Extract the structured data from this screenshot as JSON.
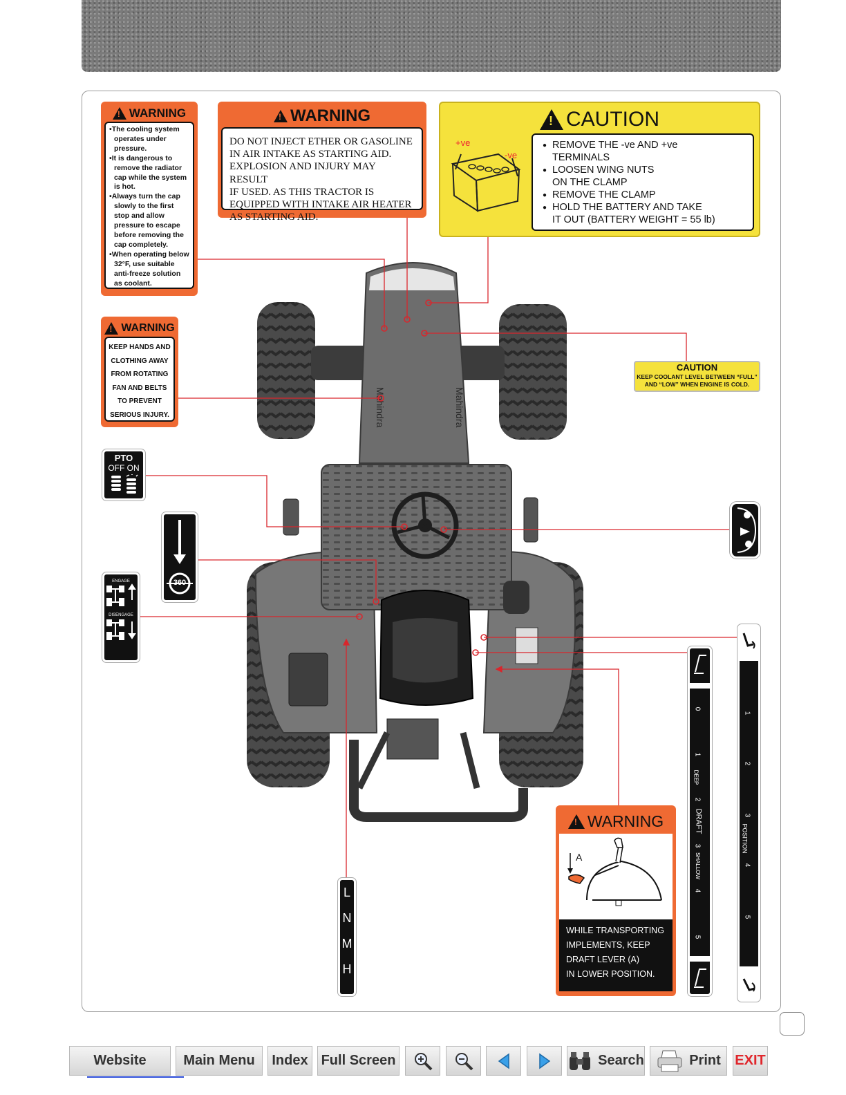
{
  "labels": {
    "warning_cooling": {
      "title": "WARNING",
      "bullets": [
        "The cooling system operates under pressure.",
        "It is dangerous to remove the radiator cap while the system is hot.",
        "Always turn the cap slowly to the first stop and allow pressure to escape before removing the cap completely.",
        "When operating below 32°F, use suitable anti-freeze solution as coolant."
      ]
    },
    "warning_ether": {
      "title": "WARNING",
      "lines": [
        "DO NOT INJECT ETHER OR GASOLINE",
        "IN AIR INTAKE AS STARTING AID.",
        "EXPLOSION AND INJURY MAY RESULT",
        "IF USED. AS THIS TRACTOR IS",
        "EQUIPPED WITH INTAKE AIR HEATER",
        "AS STARTING AID."
      ]
    },
    "caution_battery": {
      "title": "CAUTION",
      "pos": "+ve",
      "neg": "-ve",
      "lines": [
        "REMOVE THE -ve AND +ve",
        "TERMINALS",
        "LOOSEN WING NUTS",
        "ON THE CLAMP",
        "REMOVE THE CLAMP",
        "HOLD THE BATTERY AND TAKE",
        "IT OUT (BATTERY WEIGHT = 55 lb)"
      ]
    },
    "warning_fan": {
      "title": "WARNING",
      "lines": [
        "KEEP HANDS AND",
        "CLOTHING AWAY",
        "FROM ROTATING",
        "FAN AND BELTS",
        "TO PREVENT",
        "SERIOUS INJURY."
      ]
    },
    "caution_coolant": {
      "title": "CAUTION",
      "line1": "KEEP COOLANT LEVEL BETWEEN “FULL”",
      "line2": "AND “LOW” WHEN ENGINE IS COLD."
    },
    "pto": {
      "title": "PTO",
      "states": "OFF ON"
    },
    "rpm": {
      "value": "360"
    },
    "fourwd": {
      "engage": "ENGAGE",
      "disengage": "DISENGAGE"
    },
    "range": {
      "gears": [
        "L",
        "N",
        "M",
        "H"
      ]
    },
    "draft_scale": {
      "numbers": [
        "0",
        "1",
        "2",
        "3",
        "4",
        "5"
      ],
      "words": [
        "DEEP",
        "DRAFT",
        "SHALLOW"
      ]
    },
    "position_scale": {
      "numbers": [
        "1",
        "2",
        "3",
        "4",
        "5"
      ],
      "word": "POSITION"
    },
    "warning_draft": {
      "title": "WARNING",
      "marker": "A",
      "lines": [
        "WHILE TRANSPORTING",
        "IMPLEMENTS, KEEP",
        "DRAFT LEVER (A)",
        "IN LOWER POSITION."
      ]
    }
  },
  "toolbar": {
    "website": "Website",
    "main_menu": "Main Menu",
    "index": "Index",
    "full_screen": "Full Screen",
    "search": "Search",
    "print": "Print",
    "exit": "EXIT"
  },
  "colors": {
    "warning_orange": "#ef6a33",
    "caution_yellow": "#f5e23c",
    "leader_red": "#d9262c",
    "exit_red": "#e0262c"
  },
  "icons": [
    "zoom-in-icon",
    "zoom-out-icon",
    "previous-page-icon",
    "next-page-icon",
    "binoculars-icon",
    "printer-icon"
  ]
}
